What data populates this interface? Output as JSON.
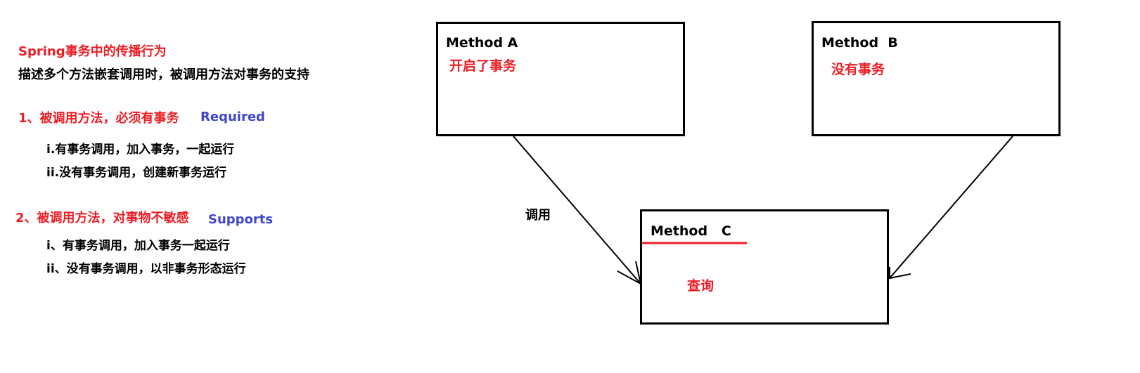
{
  "notes": {
    "heading": "Spring事务中的传播行为",
    "description": "描述多个方法嵌套调用时，被调用方法对事务的支持",
    "rule1": {
      "title": "1、被调用方法，必须有事务",
      "name": "Required",
      "items": [
        "i.有事务调用，加入事务，一起运行",
        "ii.没有事务调用，创建新事务运行"
      ]
    },
    "rule2": {
      "title": "2、被调用方法，对事物不敏感",
      "name": "Supports",
      "items": [
        "i、有事务调用，加入事务一起运行",
        "ii、没有事务调用，以非事务形态运行"
      ]
    }
  },
  "diagram": {
    "method_a": {
      "title": "Method A",
      "note": "开启了事务"
    },
    "method_b": {
      "title": "Method  B",
      "note": "没有事务"
    },
    "method_c": {
      "title": "Method   C",
      "note": "查询"
    },
    "call_label": "调用"
  },
  "colors": {
    "red": "#ee1c24",
    "blue": "#3f48cc",
    "black": "#000000"
  }
}
